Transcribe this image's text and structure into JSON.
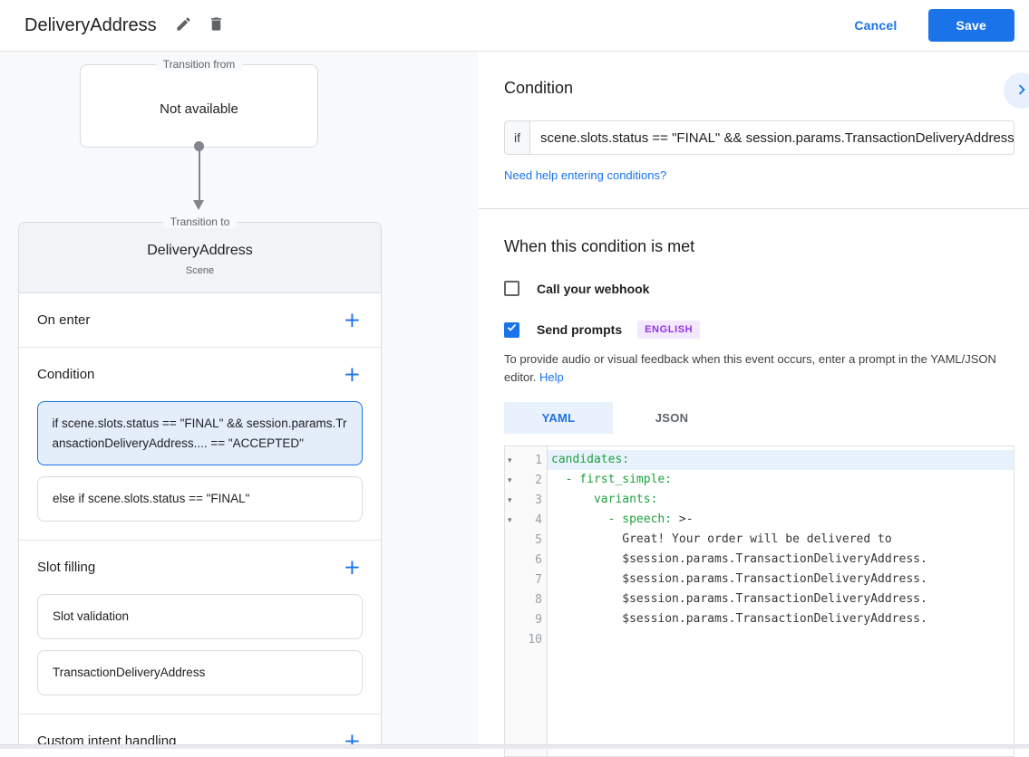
{
  "colors": {
    "accent_blue": "#1a73e8",
    "selected_card_bg": "#e4eefb",
    "badge_bg": "#f3e8fd",
    "badge_text": "#9334e6",
    "code_key_green": "#1ea13f",
    "active_line_highlight": "#e8f2fd"
  },
  "header": {
    "title": "DeliveryAddress",
    "cancel_label": "Cancel",
    "save_label": "Save"
  },
  "flow": {
    "transition_from": {
      "label": "Transition from",
      "value": "Not available"
    },
    "scene": {
      "label": "Transition to",
      "name": "DeliveryAddress",
      "type": "Scene"
    },
    "sections": {
      "on_enter": {
        "label": "On enter"
      },
      "condition": {
        "label": "Condition",
        "cards": [
          {
            "text": "if scene.slots.status == \"FINAL\" && session.params.TransactionDeliveryAddress.... == \"ACCEPTED\"",
            "selected": true
          },
          {
            "text": "else if scene.slots.status == \"FINAL\"",
            "selected": false
          }
        ]
      },
      "slot_filling": {
        "label": "Slot filling",
        "cards": [
          {
            "text": "Slot validation"
          },
          {
            "text": "TransactionDeliveryAddress"
          }
        ]
      },
      "custom_intent_handling": {
        "label": "Custom intent handling"
      }
    }
  },
  "panel": {
    "title": "Condition",
    "if_label": "if",
    "condition_value": "scene.slots.status == \"FINAL\" && session.params.TransactionDeliveryAddress",
    "help_link": "Need help entering conditions?",
    "when": {
      "title": "When this condition is met",
      "webhook_label": "Call your webhook",
      "webhook_checked": false,
      "prompts_label": "Send prompts",
      "prompts_checked": true,
      "language_badge": "ENGLISH",
      "description": "To provide audio or visual feedback when this event occurs, enter a prompt in the YAML/JSON editor.",
      "help_label": "Help"
    },
    "editor": {
      "tabs": [
        {
          "label": "YAML",
          "active": true
        },
        {
          "label": "JSON",
          "active": false
        }
      ],
      "lines": [
        {
          "n": "1",
          "collapsible": true,
          "highlight": true,
          "segs": [
            {
              "t": "candidates:",
              "c": "key"
            }
          ]
        },
        {
          "n": "2",
          "collapsible": true,
          "segs": [
            {
              "t": "  - first_simple:",
              "c": "key"
            }
          ]
        },
        {
          "n": "3",
          "collapsible": true,
          "segs": [
            {
              "t": "      variants:",
              "c": "key"
            }
          ]
        },
        {
          "n": "4",
          "collapsible": true,
          "segs": [
            {
              "t": "        - speech:",
              "c": "key"
            },
            {
              "t": " >-",
              "c": "plain"
            }
          ]
        },
        {
          "n": "5",
          "segs": [
            {
              "t": "          Great! Your order will be delivered to",
              "c": "plain"
            }
          ]
        },
        {
          "n": "6",
          "segs": [
            {
              "t": "          $session.params.TransactionDeliveryAddress.",
              "c": "plain"
            }
          ]
        },
        {
          "n": "7",
          "segs": [
            {
              "t": "          $session.params.TransactionDeliveryAddress.",
              "c": "plain"
            }
          ]
        },
        {
          "n": "8",
          "segs": [
            {
              "t": "          $session.params.TransactionDeliveryAddress.",
              "c": "plain"
            }
          ]
        },
        {
          "n": "9",
          "segs": [
            {
              "t": "          $session.params.TransactionDeliveryAddress.",
              "c": "plain"
            }
          ]
        },
        {
          "n": "10",
          "segs": []
        }
      ]
    }
  }
}
